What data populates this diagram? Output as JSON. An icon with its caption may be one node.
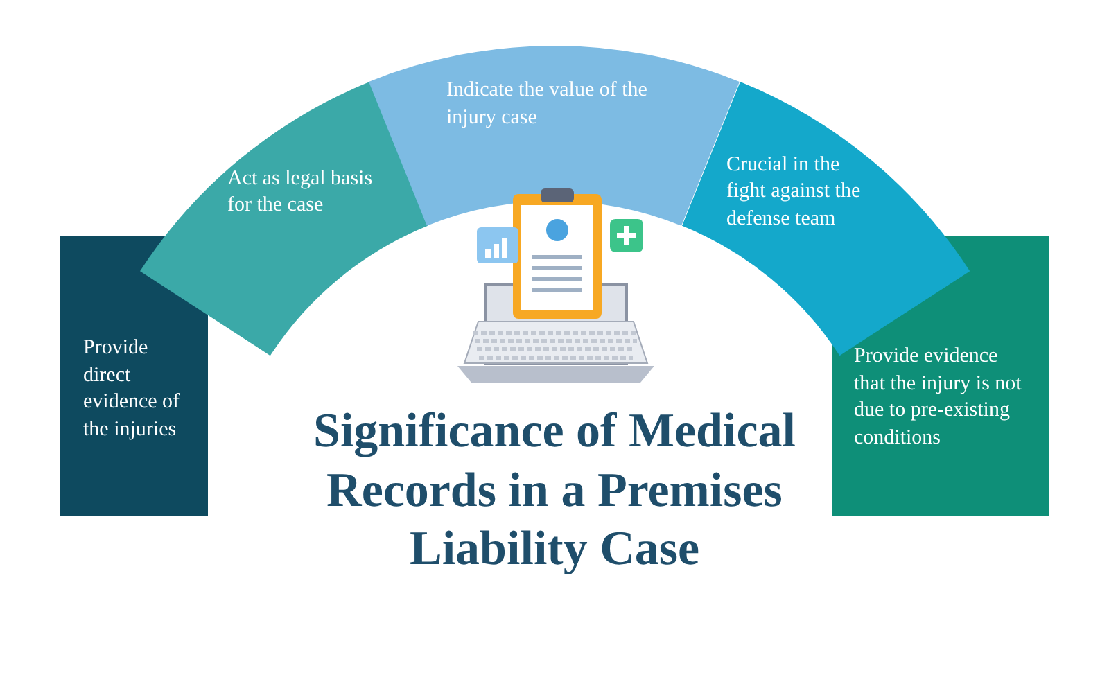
{
  "diagram": {
    "title": "Significance of Medical Records in a Premises Liability Case",
    "nodes": [
      {
        "text": [
          "Provide direct evidence of the injuries"
        ]
      },
      {
        "text": [
          "Act as legal basis for the case"
        ]
      },
      {
        "text": [
          "Indicate the value of the injury case"
        ]
      },
      {
        "text": [
          "Crucial in the fight against the defense team"
        ]
      },
      {
        "text": [
          "Provide evidence that the injury is not due to pre-existing conditions"
        ]
      }
    ]
  }
}
